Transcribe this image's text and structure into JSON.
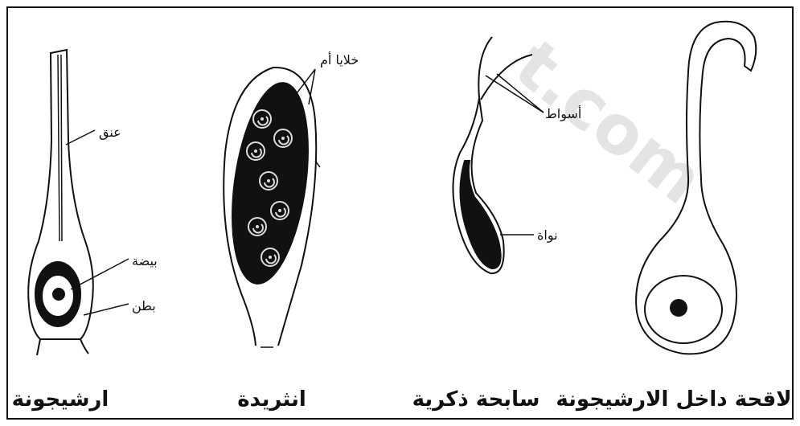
{
  "watermark": "t.com",
  "figures": {
    "archegonium": {
      "caption": "ارشيجونة",
      "labels": {
        "neck": "عنق",
        "egg": "بيضة",
        "venter": "بطن"
      }
    },
    "antheridium": {
      "caption": "انثريدة",
      "labels": {
        "mother_cells": "خلايا أم"
      }
    },
    "sperm": {
      "caption": "سابحة ذكرية",
      "labels": {
        "flagella": "أسواط",
        "nucleus": "نواة"
      }
    },
    "zygote": {
      "caption": "لاقحة داخل الارشيجونة"
    }
  }
}
